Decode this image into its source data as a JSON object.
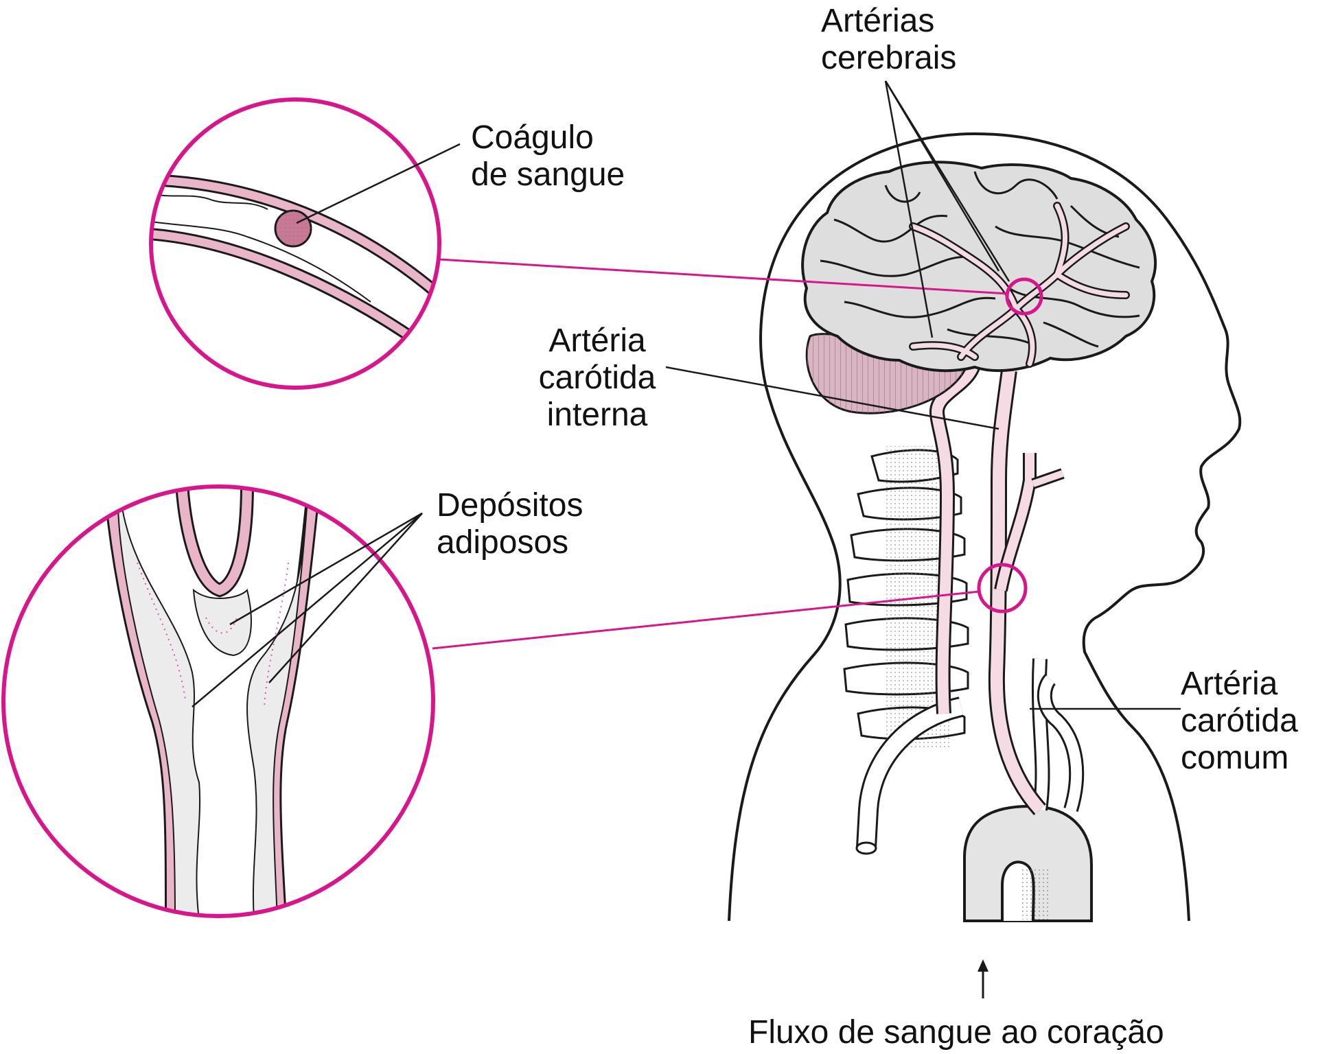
{
  "labels": {
    "cerebral_arteries": [
      "Artérias",
      "cerebrais"
    ],
    "blood_clot": [
      "Coágulo",
      "de sangue"
    ],
    "internal_carotid": [
      "Artéria",
      "carótida",
      "interna"
    ],
    "fatty_deposits": [
      "Depósitos",
      "adiposos"
    ],
    "common_carotid": [
      "Artéria",
      "carótida",
      "comum"
    ],
    "blood_flow": "Fluxo de sangue ao coração"
  },
  "colors": {
    "accent_magenta": "#d6168a",
    "vessel_pink": "#e9b5c8",
    "vessel_fill": "#f5dbe4",
    "brain_gray": "#dedede",
    "deposit_fill": "#ececec",
    "line": "#1a1a1a"
  }
}
